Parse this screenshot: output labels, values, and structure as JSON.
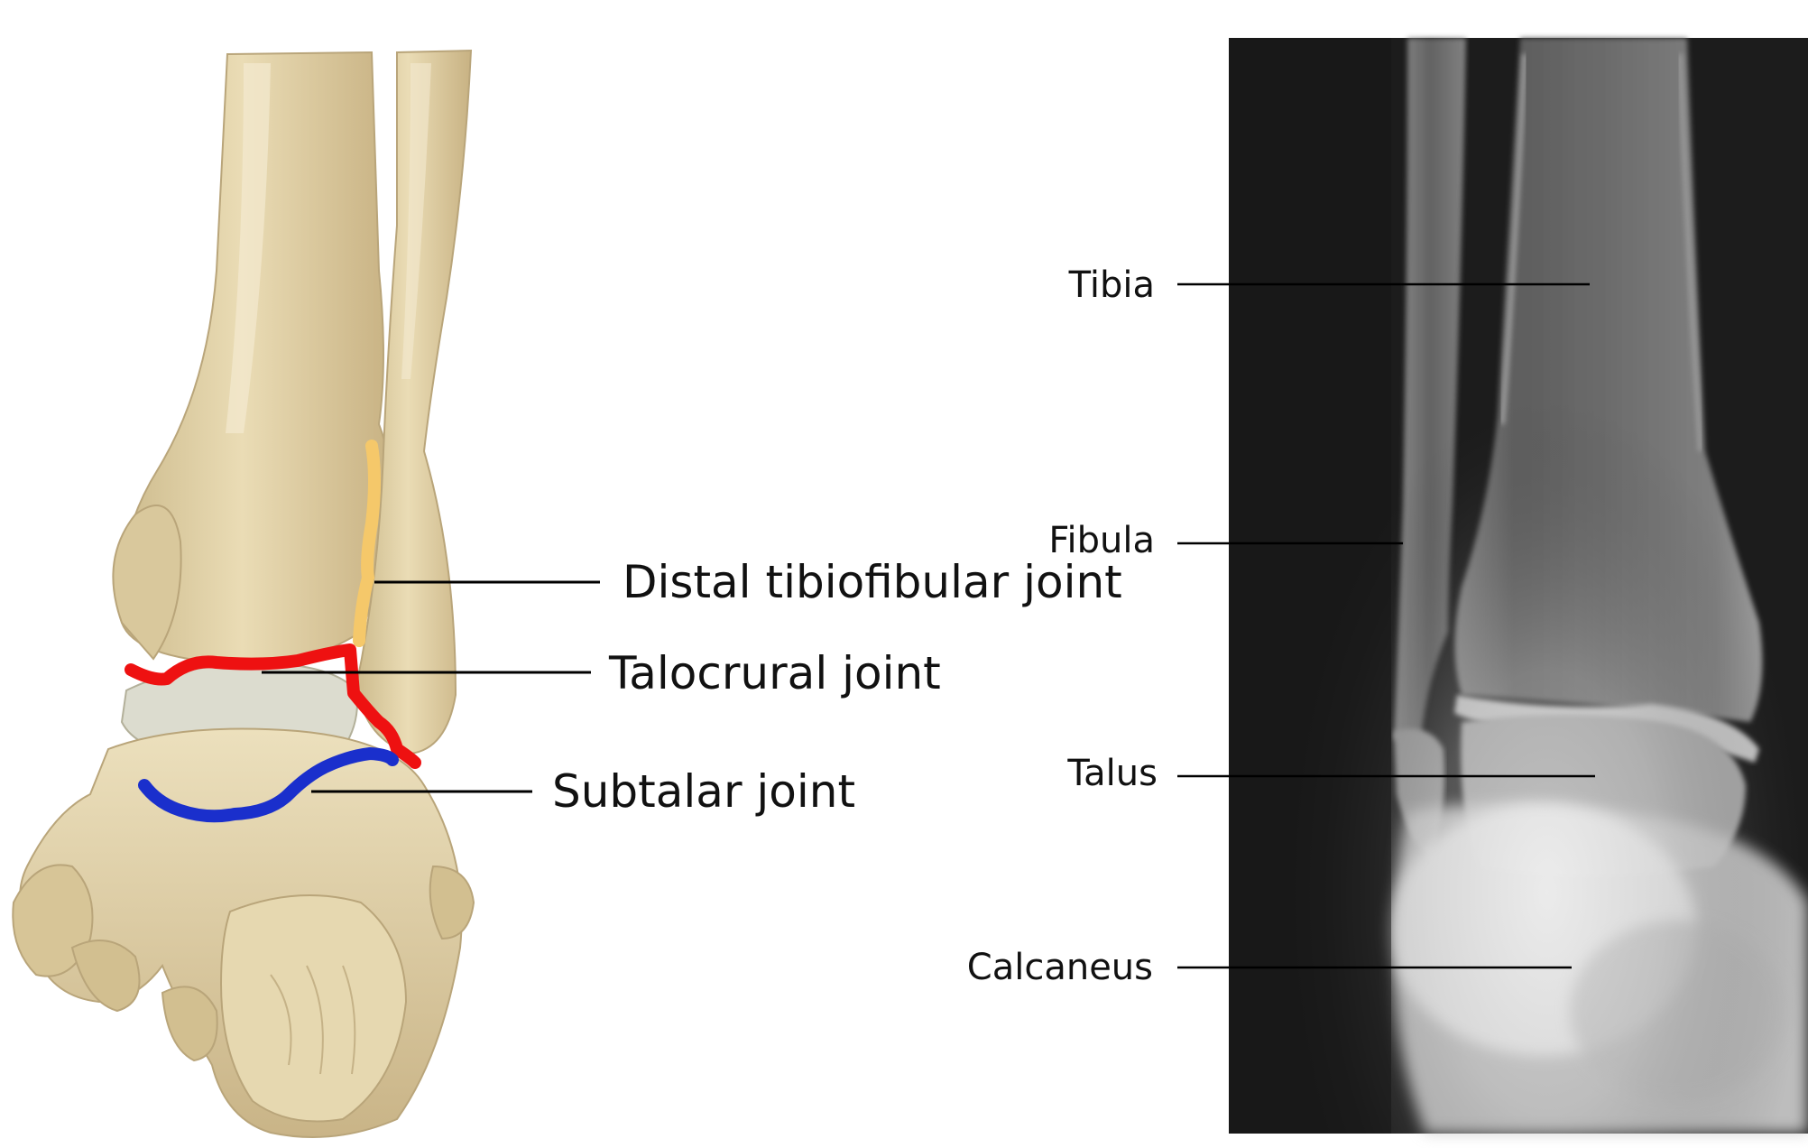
{
  "illustration": {
    "joints": [
      {
        "key": "distal_tibiofibular",
        "label": "Distal tibiofibular joint",
        "color": "#f5c86a"
      },
      {
        "key": "talocrural",
        "label": "Talocrural joint",
        "color": "#ee1111"
      },
      {
        "key": "subtalar",
        "label": "Subtalar joint",
        "color": "#1a2fcc"
      }
    ],
    "bone_color": "#e3d4ab"
  },
  "xray": {
    "bones": [
      {
        "key": "tibia",
        "label": "Tibia"
      },
      {
        "key": "fibula",
        "label": "Fibula"
      },
      {
        "key": "talus",
        "label": "Talus"
      },
      {
        "key": "calcaneus",
        "label": "Calcaneus"
      }
    ],
    "background_color": "#1c1c1c"
  }
}
